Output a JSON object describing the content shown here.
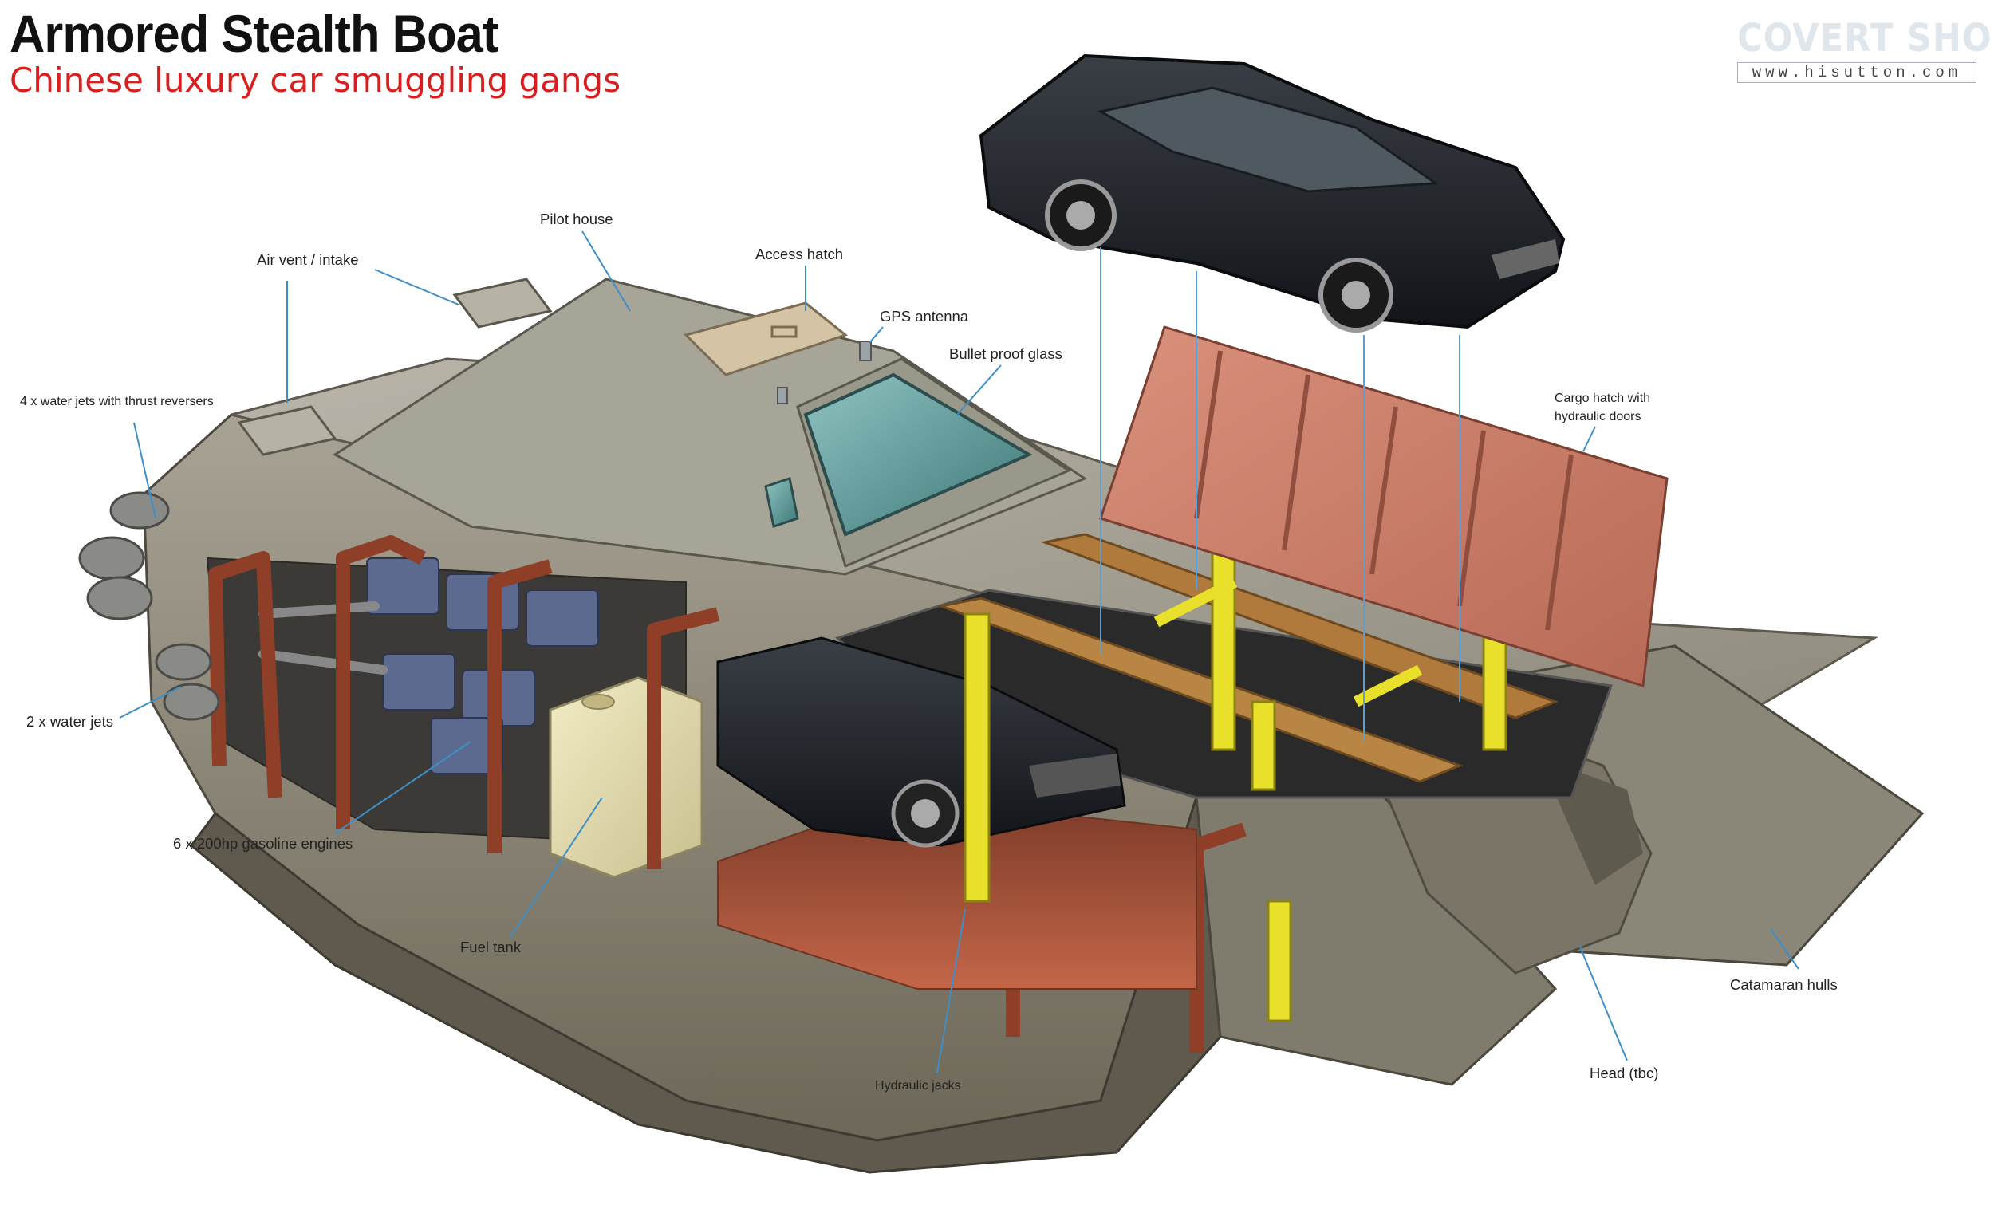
{
  "header": {
    "title": "Armored Stealth Boat",
    "subtitle": "Chinese luxury car smuggling gangs"
  },
  "brand": {
    "name": "COVERT SHORES",
    "url": "www.hisutton.com"
  },
  "labels": {
    "pilot_house": "Pilot house",
    "air_vent": "Air vent / intake",
    "access_hatch": "Access hatch",
    "gps_antenna": "GPS antenna",
    "bullet_proof_glass": "Bullet proof glass",
    "water_jets_reversers": "4 x water jets with thrust reversers",
    "cargo_hatch_line1": "Cargo hatch with",
    "cargo_hatch_line2": "hydraulic doors",
    "two_water_jets": "2 x water jets",
    "gasoline_engines": "6 x 200hp gasoline engines",
    "fuel_tank": "Fuel tank",
    "hydraulic_jacks": "Hydraulic jacks",
    "catamaran_hulls": "Catamaran hulls",
    "head": "Head (tbc)"
  },
  "colors": {
    "hull": "#8f8b7e",
    "hull_dark": "#6f6a5d",
    "frame_rust": "#9a4a30",
    "interior_red": "#b85a3e",
    "cargo_hatch": "#c97b66",
    "glass": "#5f9b9c",
    "jack_yellow": "#e8e02a",
    "plank_wood": "#b07a3c",
    "car_black": "#1e2126",
    "title_red": "#d81e1e",
    "leader_blue": "#3e8fc8"
  }
}
